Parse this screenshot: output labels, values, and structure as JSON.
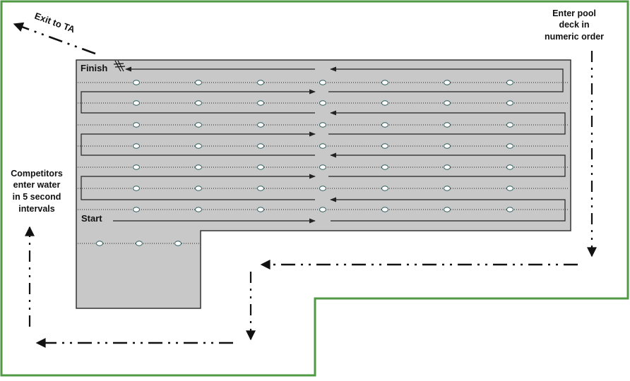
{
  "labels": {
    "exit": "Exit to TA",
    "finish": "Finish",
    "start": "Start",
    "enter_deck": [
      "Enter pool",
      "deck in",
      "numeric order"
    ],
    "competitors": [
      "Competitors",
      "enter water",
      "in 5 second",
      "intervals"
    ]
  },
  "colors": {
    "border": "#4f9a43",
    "pool": "#c8c8c8",
    "pool_outline": "#333333",
    "float_outline": "#2f5d5d",
    "arrow": "#111111"
  }
}
